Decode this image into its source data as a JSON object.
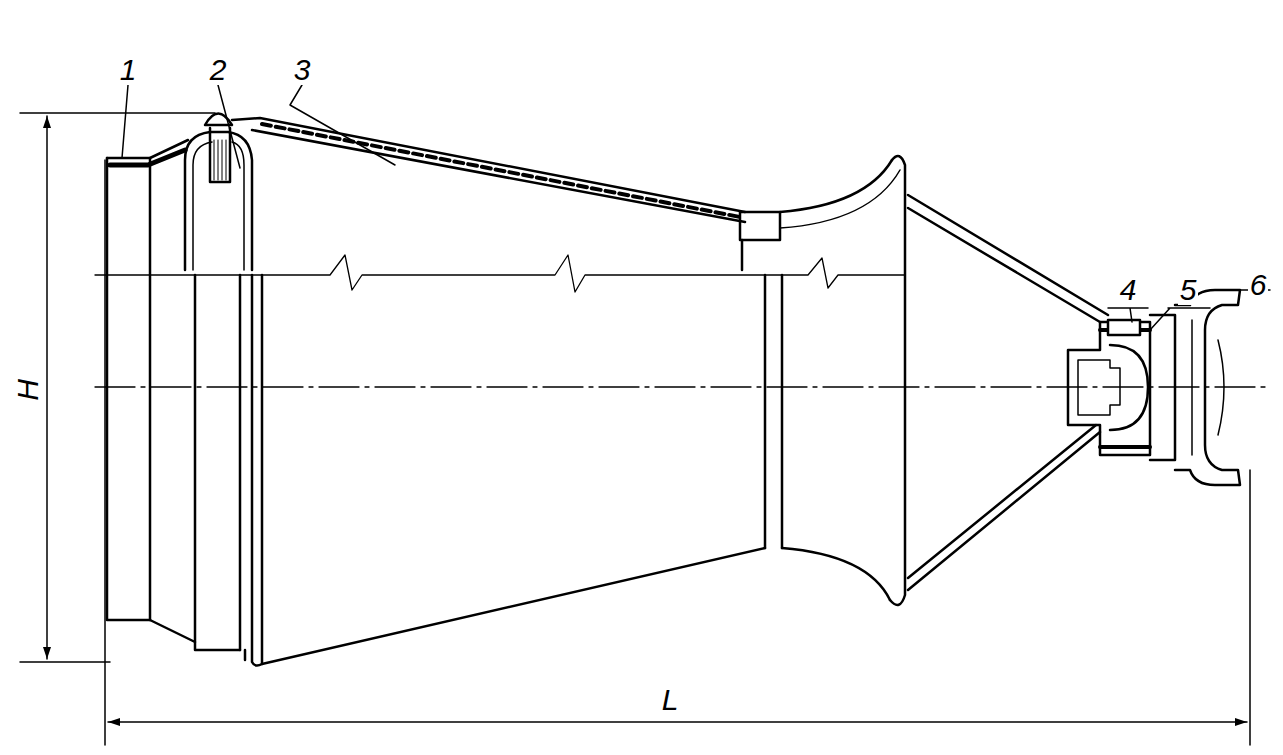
{
  "diagram": {
    "labels": [
      "1",
      "2",
      "3",
      "4",
      "5",
      "6",
      "H",
      "L"
    ]
  }
}
